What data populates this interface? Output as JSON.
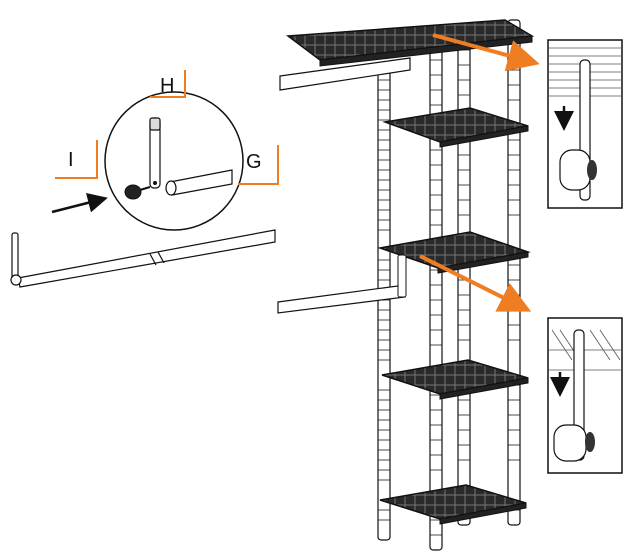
{
  "labels": {
    "part_h": "H",
    "part_i": "I",
    "part_g": "G"
  },
  "colors": {
    "callout_arrow": "#ef7d22",
    "label_bracket": "#ef7d22",
    "line": "#111111",
    "background": "#ffffff"
  },
  "icons": {
    "pointer_arrow": "black-arrow",
    "detail_arrows": "down-arrow"
  }
}
